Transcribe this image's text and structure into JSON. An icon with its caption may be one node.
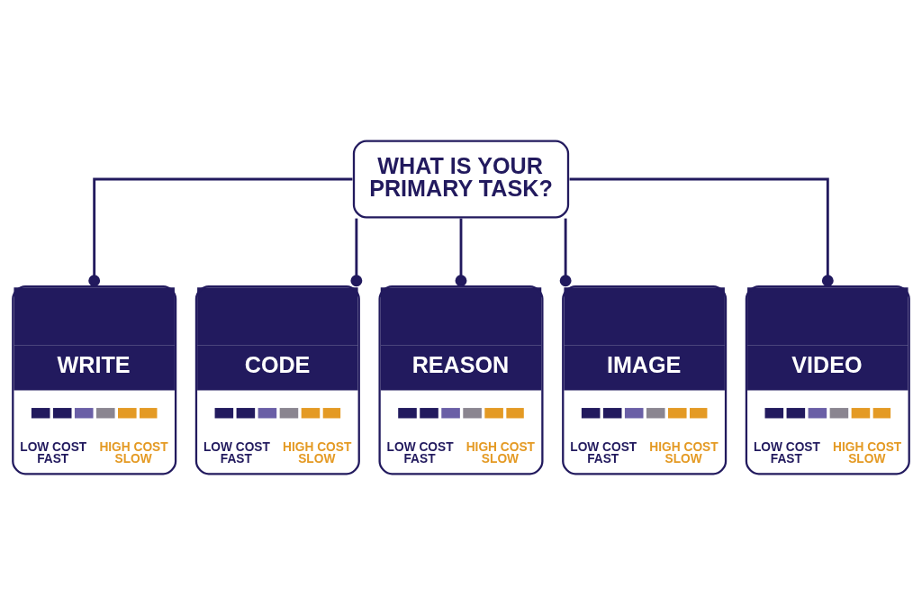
{
  "diagram": {
    "nodes": [
      {
        "text": [
          "WHAT IS YOUR PRIMARY TASK?"
        ]
      },
      {
        "text": [
          "WRITE",
          "LOW COST FAST",
          "HIGH COST SLOW"
        ]
      },
      {
        "text": [
          "CODE",
          "LOW COST FAST",
          "HIGH COST SLOW"
        ]
      },
      {
        "text": [
          "REASON",
          "LOW COST FAST",
          "HIGH COST SLOW"
        ]
      },
      {
        "text": [
          "IMAGE",
          "LOW COST FAST",
          "HIGH COST SLOW"
        ]
      },
      {
        "text": [
          "VIDEO",
          "LOW COST FAST",
          "HIGH COST SLOW"
        ]
      }
    ],
    "edges": [
      {
        "from": 0,
        "to": 1,
        "arrow": "other"
      },
      {
        "from": 0,
        "to": 2,
        "arrow": "other"
      },
      {
        "from": 0,
        "to": 3,
        "arrow": "other"
      },
      {
        "from": 0,
        "to": 4,
        "arrow": "other"
      },
      {
        "from": 0,
        "to": 5,
        "arrow": "other"
      }
    ]
  }
}
